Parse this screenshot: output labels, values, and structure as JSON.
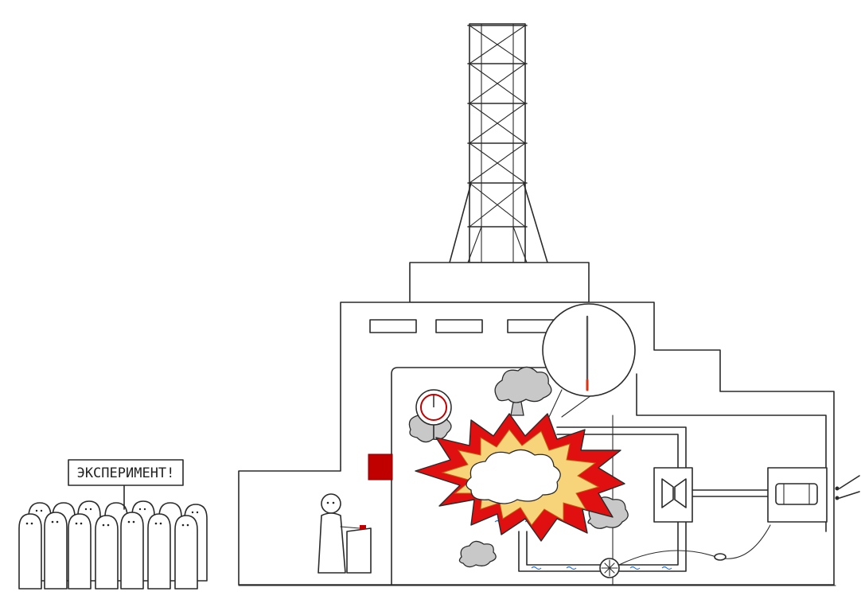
{
  "sign": {
    "text": "ЭКСПЕРИМЕНТ!"
  },
  "colors": {
    "ink": "#2a2a2a",
    "red_indicator": "#c00000",
    "explosion_outer": "#e01010",
    "explosion_inner": "#f7d47a",
    "smoke": "#c8c8c8",
    "water": "#2a6fd0"
  },
  "icons": [
    "crowd-figures",
    "protest-sign",
    "chimney-tower",
    "reactor-building",
    "explosion",
    "smoke-cloud",
    "pressure-gauge",
    "thermometer-magnifier",
    "turbine",
    "generator",
    "pump",
    "operator-figure",
    "control-desk",
    "red-warning-square"
  ]
}
